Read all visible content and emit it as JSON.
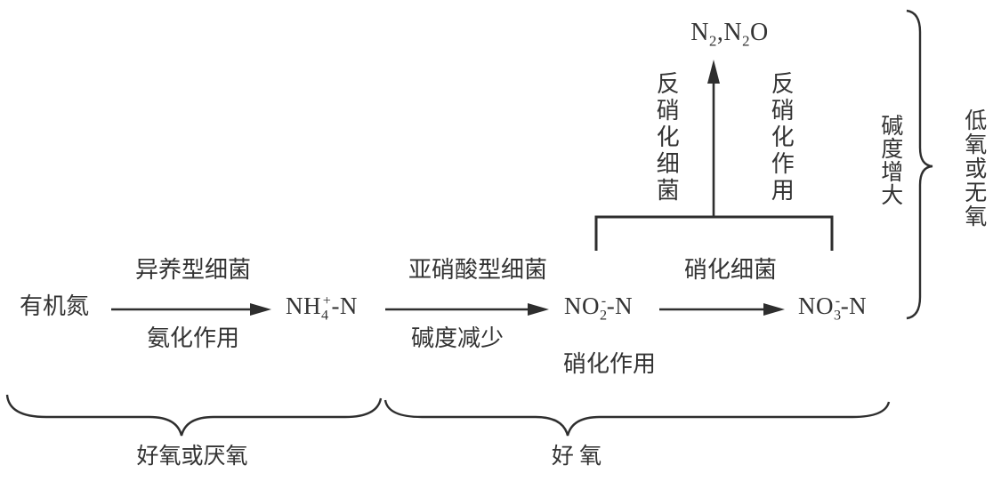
{
  "diagram": {
    "title_hint": "nitrogen-transformation-process",
    "organic_nitrogen": "有机氮",
    "step1": {
      "bacteria": "异养型细菌",
      "process": "氨化作用"
    },
    "nh4": {
      "base": "NH",
      "sub": "4",
      "sup": "+",
      "tail": "-N"
    },
    "step2": {
      "bacteria": "亚硝酸型细菌",
      "process": "碱度减少"
    },
    "no2": {
      "base": "NO",
      "sub": "2",
      "sup": "-",
      "tail": "-N"
    },
    "step3": {
      "bacteria": "硝化细菌"
    },
    "no3": {
      "base": "NO",
      "sub": "3",
      "sup": "-",
      "tail": "-N"
    },
    "nitrification_label": "硝化作用",
    "gas": {
      "p1": "N",
      "s1": "2",
      "p2": ",N",
      "s2": "2",
      "p3": "O"
    },
    "denitrify_bacteria": "反硝化细菌",
    "denitrify_process": "反硝化作用",
    "alkalinity_increase": "碱度增大",
    "low_or_no_oxygen": "低氧或无氧",
    "zone_left": "好氧或厌氧",
    "zone_right": "好 氧",
    "colors": {
      "ink": "#2e2e2e",
      "text": "#333333",
      "background": "#ffffff"
    }
  }
}
